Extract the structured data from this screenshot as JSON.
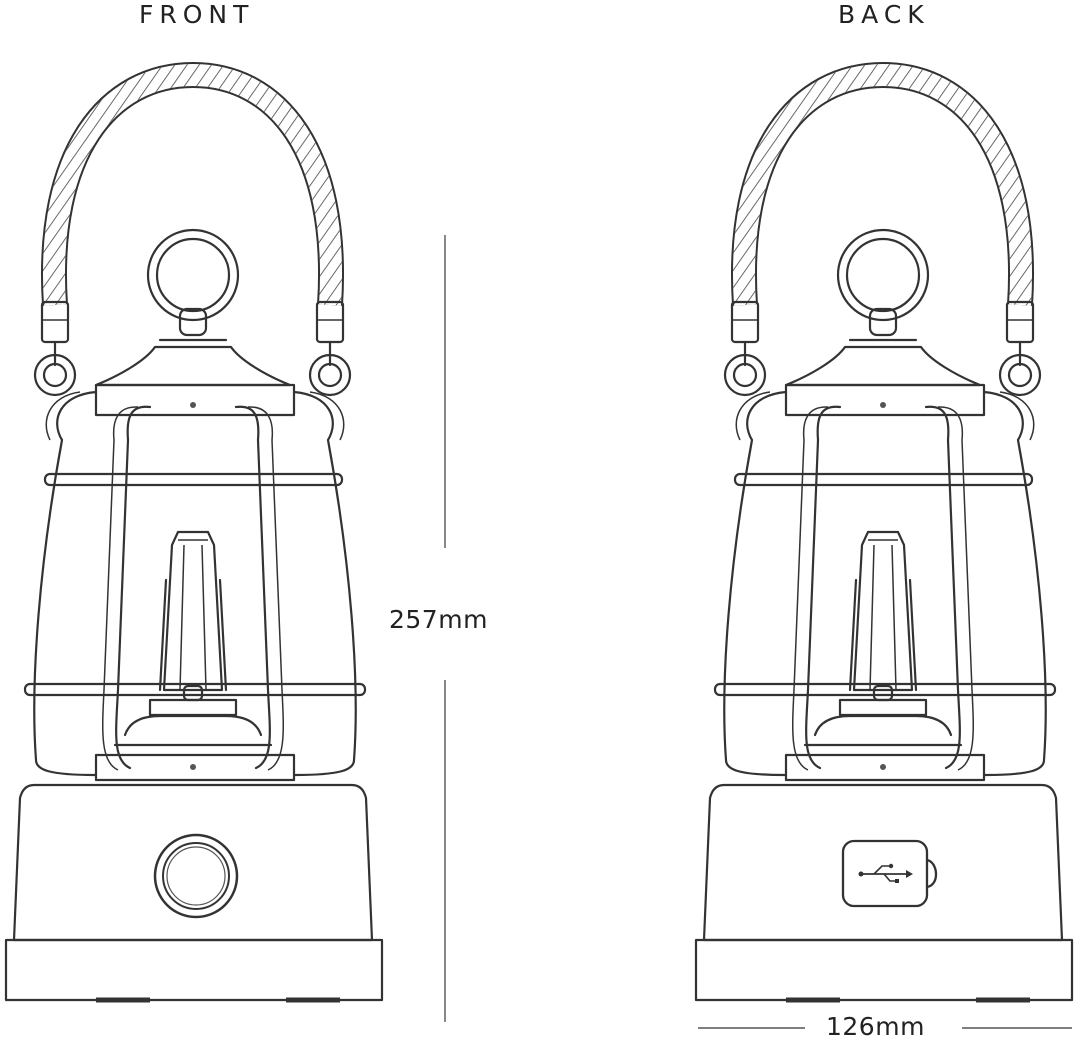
{
  "views": {
    "front_title": "FRONT",
    "back_title": "BACK"
  },
  "dimensions": {
    "height": "257mm",
    "width": "126mm"
  },
  "icons": {
    "front_control": "power-button-icon",
    "back_port": "usb-port-icon"
  }
}
